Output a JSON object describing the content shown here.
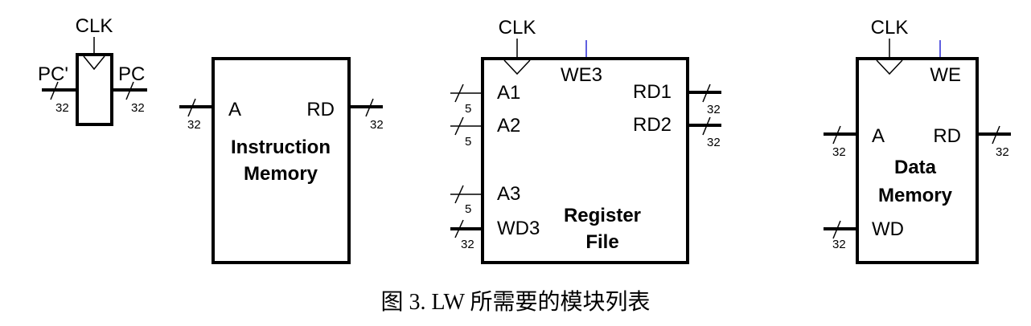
{
  "pc": {
    "clk": "CLK",
    "in_label": "PC'",
    "out_label": "PC",
    "in_width": "32",
    "out_width": "32"
  },
  "imem": {
    "a": "A",
    "rd": "RD",
    "title1": "Instruction",
    "title2": "Memory",
    "in_width": "32",
    "out_width": "32"
  },
  "rf": {
    "clk": "CLK",
    "we": "WE3",
    "a1": "A1",
    "a2": "A2",
    "a3": "A3",
    "wd": "WD3",
    "rd1": "RD1",
    "rd2": "RD2",
    "title1": "Register",
    "title2": "File",
    "w_a1": "5",
    "w_a2": "5",
    "w_a3": "5",
    "w_wd": "32",
    "w_rd1": "32",
    "w_rd2": "32"
  },
  "dmem": {
    "clk": "CLK",
    "we": "WE",
    "a": "A",
    "rd": "RD",
    "wd": "WD",
    "title1": "Data",
    "title2": "Memory",
    "w_a": "32",
    "w_rd": "32",
    "w_wd": "32"
  },
  "caption": "图 3. LW 所需要的模块列表",
  "colors": {
    "we_line": "#2b2bd6",
    "stroke": "#000000",
    "background": "#ffffff"
  }
}
